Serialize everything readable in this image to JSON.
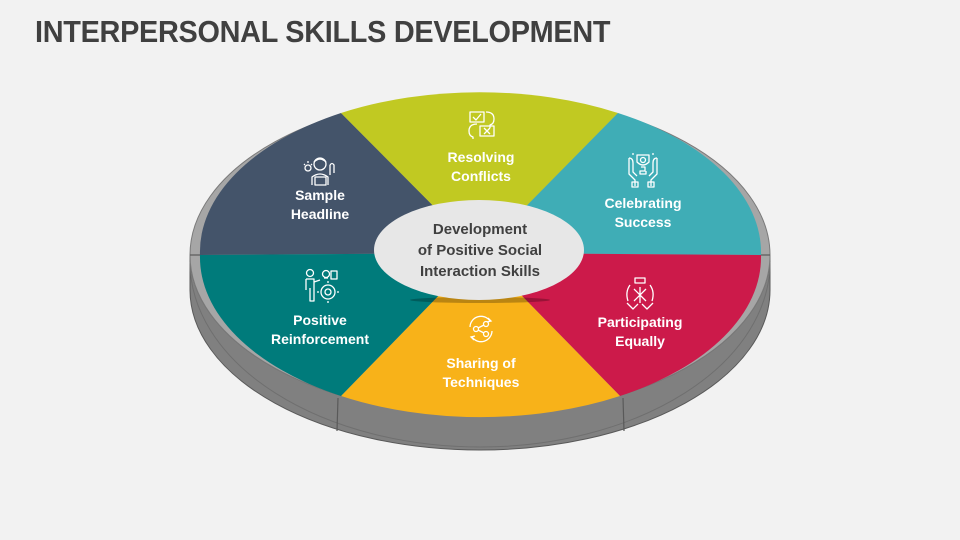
{
  "title": "INTERPERSONAL SKILLS DEVELOPMENT",
  "center": {
    "lines": [
      "Development",
      "of Positive Social",
      "Interaction Skills"
    ],
    "fill": "#e7e7e7",
    "text_color": "#404040"
  },
  "segments": [
    {
      "id": "sample-headline",
      "lines": [
        "Sample",
        "Headline"
      ],
      "color": "#44546a",
      "icon": "person-idea-laptop-icon"
    },
    {
      "id": "resolving-conflicts",
      "lines": [
        "Resolving",
        "Conflicts"
      ],
      "color": "#c1c922",
      "icon": "conflict-dialog-icon"
    },
    {
      "id": "celebrating-success",
      "lines": [
        "Celebrating",
        "Success"
      ],
      "color": "#3fadb6",
      "icon": "trophy-hands-icon"
    },
    {
      "id": "participating-equally",
      "lines": [
        "Participating",
        "Equally"
      ],
      "color": "#cc1a4a",
      "icon": "hands-together-icon"
    },
    {
      "id": "sharing-of-techniques",
      "lines": [
        "Sharing of",
        "Techniques"
      ],
      "color": "#f8b219",
      "icon": "share-cycle-icon"
    },
    {
      "id": "positive-reinforcement",
      "lines": [
        "Positive",
        "Reinforcement"
      ],
      "color": "#007b7b",
      "icon": "person-gear-idea-icon"
    }
  ],
  "base": {
    "rim_color": "#a6a6a6",
    "side_color": "#808080",
    "edge_color": "#595959"
  }
}
